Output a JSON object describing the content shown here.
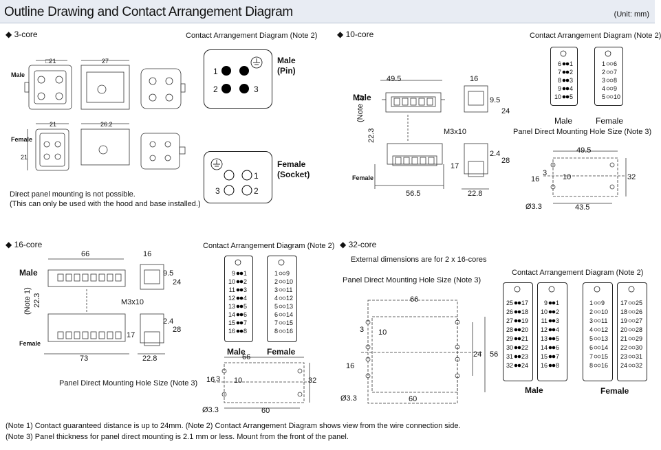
{
  "header": {
    "title": "Outline Drawing and Contact Arrangement Diagram",
    "unit": "(Unit: mm)"
  },
  "section3": {
    "heading": "◆ 3-core",
    "contact_heading": "Contact Arrangement Diagram (Note 2)",
    "male_label": "Male",
    "female_label": "Female",
    "male_contact_title": "Male",
    "male_contact_sub": "(Pin)",
    "female_contact_title": "Female",
    "female_contact_sub": "(Socket)",
    "pins_male": [
      "1",
      "2",
      "3"
    ],
    "pins_female": [
      "1",
      "3",
      "2"
    ],
    "dims": [
      "□21",
      "27",
      "21",
      "26.2",
      "21"
    ],
    "note_line1": "Direct panel mounting is not possible.",
    "note_line2": "(This can only be used with the hood and base installed.)"
  },
  "section10": {
    "heading": "◆ 10-core",
    "contact_heading": "Contact Arrangement Diagram (Note 2)",
    "male_label": "Male",
    "female_label": "Female",
    "note1": "(Note 1)",
    "d223": "22.3",
    "d495": "49.5",
    "d16": "16",
    "d565": "56.5",
    "d228": "22.8",
    "d95": "9.5",
    "d24": "24",
    "d28": "28",
    "d17": "17",
    "d24b": "2.4",
    "screw": "M3x10",
    "male_rows": [
      [
        "6",
        "1"
      ],
      [
        "7",
        "2"
      ],
      [
        "8",
        "3"
      ],
      [
        "9",
        "4"
      ],
      [
        "10",
        "5"
      ]
    ],
    "female_rows": [
      [
        "1",
        "6"
      ],
      [
        "2",
        "7"
      ],
      [
        "3",
        "8"
      ],
      [
        "4",
        "9"
      ],
      [
        "5",
        "10"
      ]
    ],
    "contact_male": "Male",
    "contact_female": "Female",
    "hole_heading": "Panel Direct Mounting Hole Size (Note 3)",
    "hole": {
      "w": "49.5",
      "pitch": "43.5",
      "h": "32",
      "h16": "16",
      "h10": "10",
      "d3": "3",
      "dia": "Ø3.3"
    }
  },
  "section16": {
    "heading": "◆ 16-core",
    "contact_heading": "Contact Arrangement Diagram (Note 2)",
    "male_label": "Male",
    "female_label": "Female",
    "note1": "(Note 1)",
    "d223": "22.3",
    "d66": "66",
    "d16": "16",
    "d73": "73",
    "d228": "22.8",
    "d95": "9.5",
    "d24": "24",
    "d28": "28",
    "d17": "17",
    "d24b": "2.4",
    "screw": "M3x10",
    "male_rows": [
      [
        "9",
        "1"
      ],
      [
        "10",
        "2"
      ],
      [
        "11",
        "3"
      ],
      [
        "12",
        "4"
      ],
      [
        "13",
        "5"
      ],
      [
        "14",
        "6"
      ],
      [
        "15",
        "7"
      ],
      [
        "16",
        "8"
      ]
    ],
    "female_rows": [
      [
        "1",
        "9"
      ],
      [
        "2",
        "10"
      ],
      [
        "3",
        "11"
      ],
      [
        "4",
        "12"
      ],
      [
        "5",
        "13"
      ],
      [
        "6",
        "14"
      ],
      [
        "7",
        "15"
      ],
      [
        "8",
        "16"
      ]
    ],
    "contact_male": "Male",
    "contact_female": "Female",
    "hole_heading": "Panel Direct Mounting Hole Size (Note 3)",
    "hole": {
      "w": "66",
      "pitch": "60",
      "h": "32",
      "h16": "16",
      "h10": "10",
      "d3": "3",
      "dia": "Ø3.3"
    }
  },
  "section32": {
    "heading": "◆ 32-core",
    "ext_note": "External dimensions are for 2 x 16-cores",
    "hole_heading": "Panel Direct Mounting Hole Size (Note 3)",
    "contact_heading": "Contact Arrangement Diagram (Note 2)",
    "hole": {
      "w": "66",
      "pitch": "60",
      "h": "56",
      "h24": "24",
      "h16": "16",
      "h10": "10",
      "d3": "3",
      "dia": "Ø3.3"
    },
    "male_a": [
      [
        "25",
        "17"
      ],
      [
        "26",
        "18"
      ],
      [
        "27",
        "19"
      ],
      [
        "28",
        "20"
      ],
      [
        "29",
        "21"
      ],
      [
        "30",
        "22"
      ],
      [
        "31",
        "23"
      ],
      [
        "32",
        "24"
      ]
    ],
    "male_b": [
      [
        "9",
        "1"
      ],
      [
        "10",
        "2"
      ],
      [
        "11",
        "3"
      ],
      [
        "12",
        "4"
      ],
      [
        "13",
        "5"
      ],
      [
        "14",
        "6"
      ],
      [
        "15",
        "7"
      ],
      [
        "16",
        "8"
      ]
    ],
    "female_a": [
      [
        "1",
        "9"
      ],
      [
        "2",
        "10"
      ],
      [
        "3",
        "11"
      ],
      [
        "4",
        "12"
      ],
      [
        "5",
        "13"
      ],
      [
        "6",
        "14"
      ],
      [
        "7",
        "15"
      ],
      [
        "8",
        "16"
      ]
    ],
    "female_b": [
      [
        "17",
        "25"
      ],
      [
        "18",
        "26"
      ],
      [
        "19",
        "27"
      ],
      [
        "20",
        "28"
      ],
      [
        "21",
        "29"
      ],
      [
        "22",
        "30"
      ],
      [
        "23",
        "31"
      ],
      [
        "24",
        "32"
      ]
    ],
    "contact_male": "Male",
    "contact_female": "Female"
  },
  "notes": {
    "line1": "(Note 1) Contact guaranteed distance is up to 24mm. (Note 2) Contact Arrangement Diagram shows view from the wire connection side.",
    "line2": "(Note 3) Panel thickness for panel direct mounting is 2.1 mm or less. Mount from the front of the panel."
  }
}
